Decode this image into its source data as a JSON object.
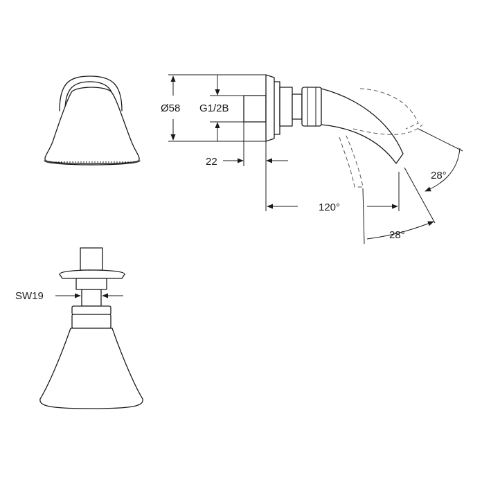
{
  "labels": {
    "diameter": "Ø58",
    "thread": "G1/2B",
    "depth": "22",
    "swivel": "120°",
    "tilt_upper": "28°",
    "tilt_lower": "28°",
    "wrench": "SW19"
  }
}
